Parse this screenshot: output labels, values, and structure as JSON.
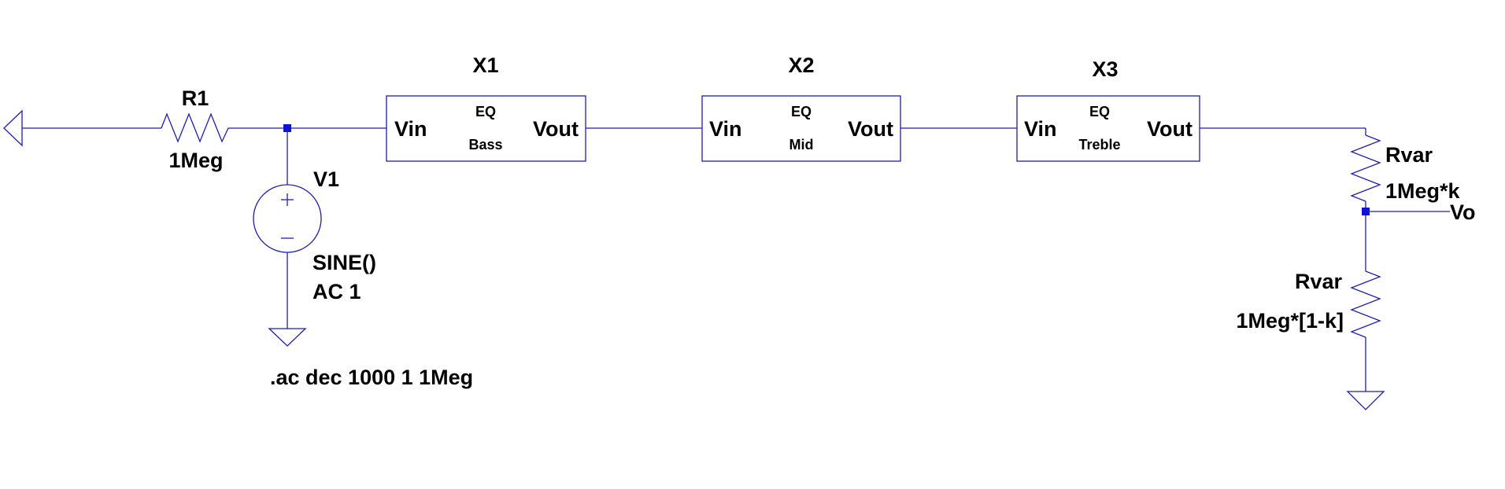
{
  "components": {
    "r1": {
      "name": "R1",
      "value": "1Meg"
    },
    "v1": {
      "name": "V1",
      "value_line1": "SINE()",
      "value_line2": "AC 1"
    },
    "x1": {
      "name": "X1",
      "model": "EQ",
      "param": "Bass",
      "pin_in": "Vin",
      "pin_out": "Vout"
    },
    "x2": {
      "name": "X2",
      "model": "EQ",
      "param": "Mid",
      "pin_in": "Vin",
      "pin_out": "Vout"
    },
    "x3": {
      "name": "X3",
      "model": "EQ",
      "param": "Treble",
      "pin_in": "Vin",
      "pin_out": "Vout"
    },
    "rvar_top": {
      "name": "Rvar",
      "value": "1Meg*k"
    },
    "rvar_bot": {
      "name": "Rvar",
      "value": "1Meg*[1-k]"
    }
  },
  "net_labels": {
    "output": "Vo"
  },
  "directive": ".ac dec 1000 1 1Meg",
  "colors": {
    "wire": "#1f1fa8",
    "junction": "#1010d8",
    "text": "#000000"
  }
}
